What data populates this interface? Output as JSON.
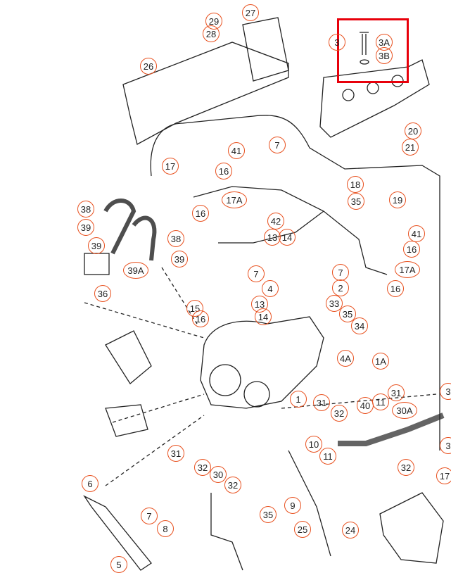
{
  "diagram": {
    "type": "exploded parts diagram",
    "line_color": "#222222",
    "callout_color": "#e8501e",
    "highlight_color": "#e8000b",
    "highlighted_labels": [
      "3A",
      "3B"
    ],
    "callouts": [
      "29",
      "28",
      "27",
      "26",
      "3",
      "3A",
      "3B",
      "20",
      "21",
      "41",
      "16",
      "7",
      "17",
      "18",
      "35",
      "19",
      "17A",
      "16",
      "38",
      "39",
      "42",
      "13",
      "14",
      "38",
      "41",
      "16",
      "39",
      "39A",
      "39",
      "7",
      "7",
      "17A",
      "36",
      "4",
      "2",
      "16",
      "15",
      "16",
      "13",
      "14",
      "33",
      "35",
      "34",
      "4A",
      "1A",
      "1",
      "31",
      "3",
      "31",
      "32",
      "40",
      "11",
      "30A",
      "10",
      "11",
      "32",
      "3",
      "17",
      "31",
      "32",
      "30",
      "32",
      "6",
      "9",
      "35",
      "7",
      "8",
      "25",
      "24",
      "5"
    ]
  }
}
